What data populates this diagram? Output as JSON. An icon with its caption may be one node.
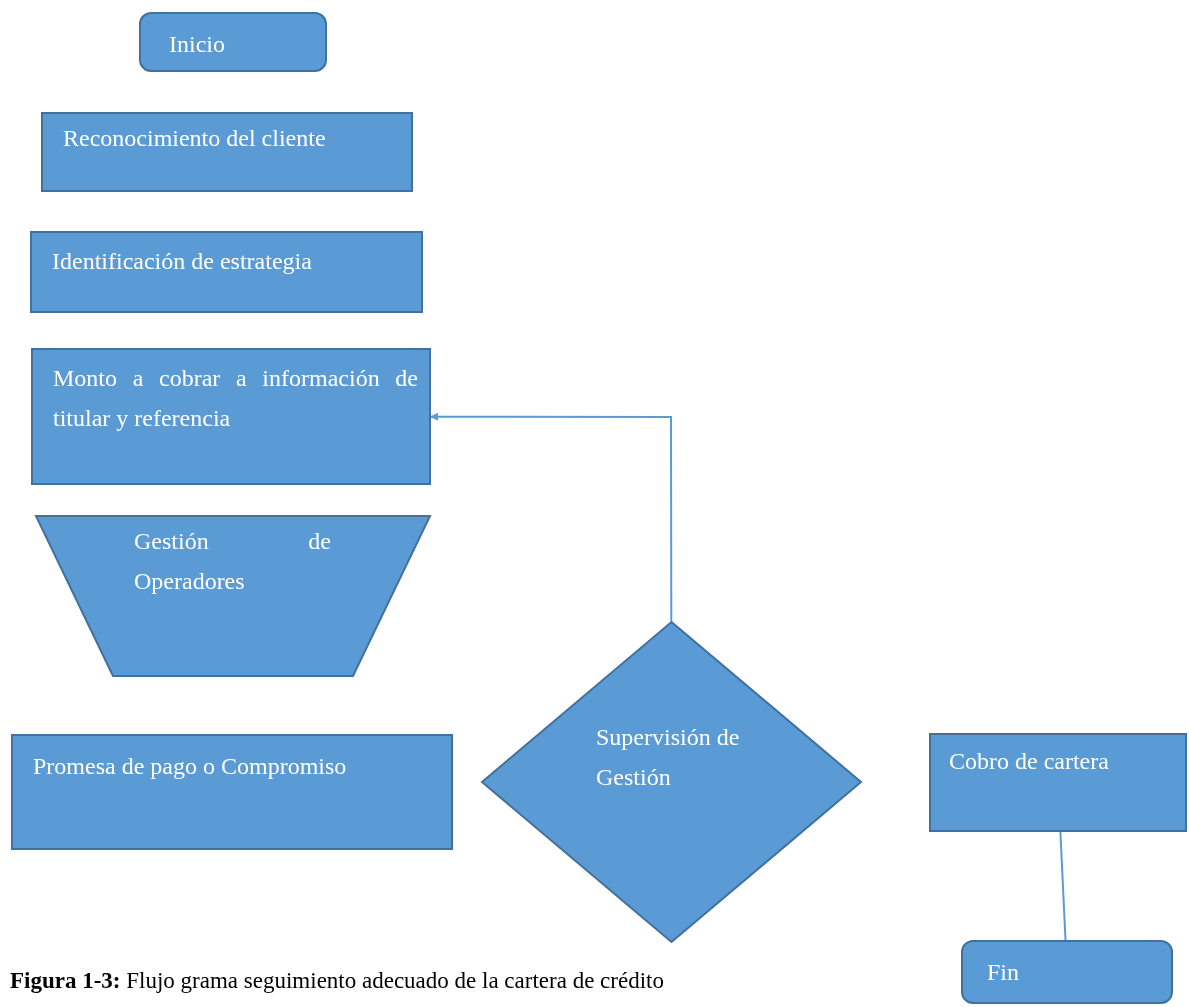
{
  "diagram": {
    "caption": "**Figura 1-3:** Flujo grama seguimiento adecuado de la cartera de crédito",
    "nodes": [
      {
        "text": [
          "Inicio"
        ]
      },
      {
        "text": [
          "Reconocimiento del cliente"
        ]
      },
      {
        "text": [
          "Identificación de estrategia"
        ]
      },
      {
        "text": [
          "Monto a cobrar a información de titular y referencia"
        ]
      },
      {
        "text": [
          "Gestión de Operadores"
        ]
      },
      {
        "text": [
          "Promesa de pago o Compromiso"
        ]
      },
      {
        "text": [
          "Supervisión de Gestión"
        ]
      },
      {
        "text": [
          "Cobro de cartera"
        ]
      },
      {
        "text": [
          "Fin"
        ]
      }
    ],
    "edges": [
      {
        "from": 6,
        "to": 3,
        "arrow": "to"
      },
      {
        "from": 7,
        "to": 8,
        "arrow": "none"
      }
    ]
  }
}
